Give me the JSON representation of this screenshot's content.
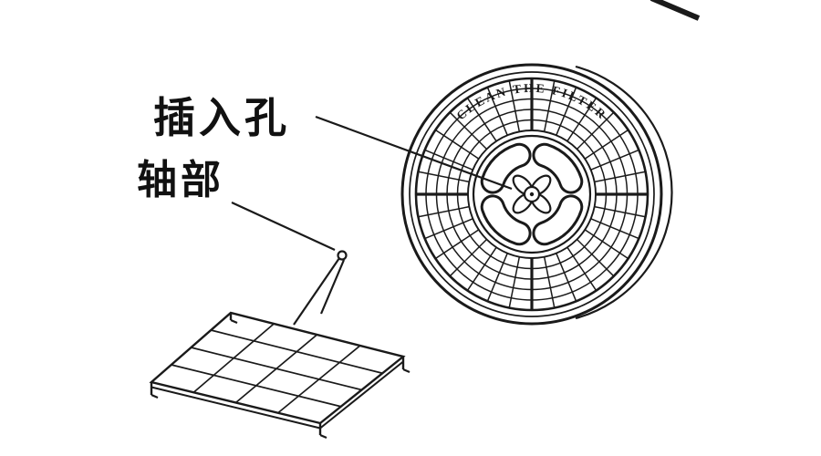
{
  "labels": {
    "insertion_hole": "插入孔",
    "shaft": "轴部"
  },
  "filter": {
    "curved_text": "CLEAN THE FILTER"
  },
  "colors": {
    "ink": "#1a1a1a",
    "background": "#ffffff"
  }
}
